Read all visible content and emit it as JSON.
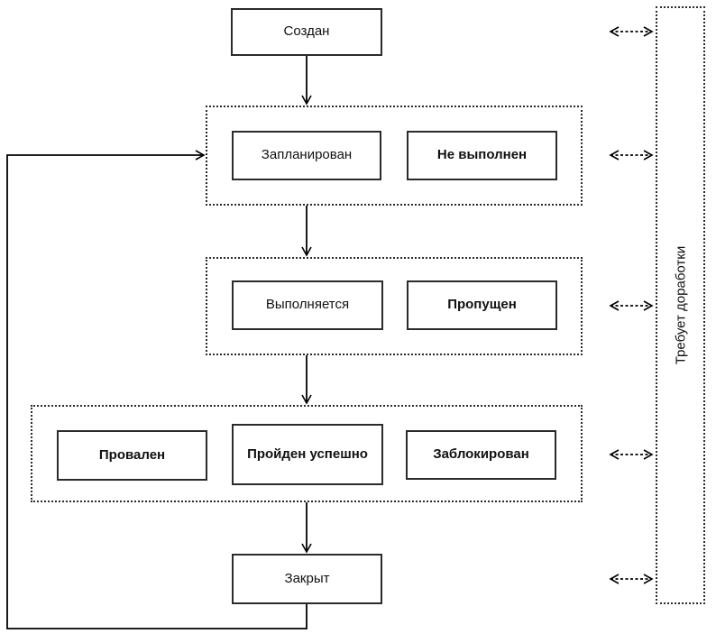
{
  "diagram": {
    "type": "state-flowchart",
    "language": "ru",
    "colors": {
      "line": "#000000",
      "background": "#ffffff",
      "box_border": "#2b2b2b"
    },
    "nodes": {
      "created": {
        "label": "Создан",
        "bold": false
      },
      "planned": {
        "label": "Запланирован",
        "bold": false
      },
      "not_executed": {
        "label": "Не выполнен",
        "bold": true
      },
      "in_progress": {
        "label": "Выполняется",
        "bold": false
      },
      "skipped": {
        "label": "Пропущен",
        "bold": true
      },
      "failed": {
        "label": "Провален",
        "bold": true
      },
      "passed": {
        "label": "Пройден успешно",
        "bold": true
      },
      "blocked": {
        "label": "Заблокирован",
        "bold": true
      },
      "closed": {
        "label": "Закрыт",
        "bold": false
      },
      "needs_rework": {
        "label": "Требует доработки",
        "bold": false
      }
    },
    "groups": [
      {
        "id": "group-planned",
        "members": [
          "planned",
          "not_executed"
        ]
      },
      {
        "id": "group-executing",
        "members": [
          "in_progress",
          "skipped"
        ]
      },
      {
        "id": "group-result",
        "members": [
          "failed",
          "passed",
          "blocked"
        ]
      }
    ],
    "edges": [
      {
        "from": "created",
        "to": "group-planned",
        "style": "solid-arrow"
      },
      {
        "from": "group-planned",
        "to": "group-executing",
        "style": "solid-arrow"
      },
      {
        "from": "group-executing",
        "to": "group-result",
        "style": "solid-arrow"
      },
      {
        "from": "group-result",
        "to": "closed",
        "style": "solid-arrow"
      },
      {
        "from": "closed",
        "to": "group-planned",
        "style": "solid-arrow-loop-left"
      },
      {
        "from": "created",
        "to": "needs_rework",
        "style": "dashed-double-arrow"
      },
      {
        "from": "group-planned",
        "to": "needs_rework",
        "style": "dashed-double-arrow"
      },
      {
        "from": "group-executing",
        "to": "needs_rework",
        "style": "dashed-double-arrow"
      },
      {
        "from": "group-result",
        "to": "needs_rework",
        "style": "dashed-double-arrow"
      },
      {
        "from": "closed",
        "to": "needs_rework",
        "style": "dashed-double-arrow"
      }
    ]
  }
}
